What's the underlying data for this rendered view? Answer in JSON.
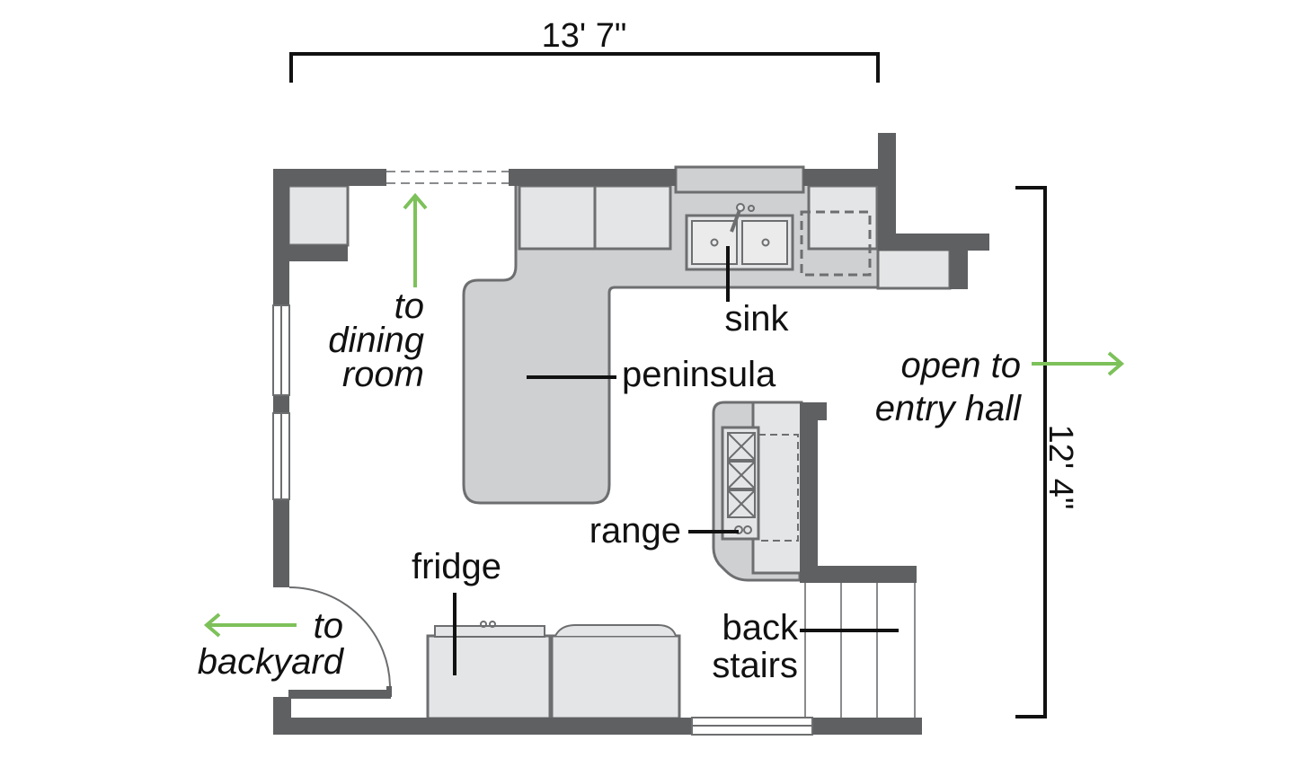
{
  "dimensions": {
    "width": "13' 7\"",
    "height": "12' 4\""
  },
  "labels": {
    "sink": "sink",
    "peninsula": "peninsula",
    "range": "range",
    "fridge": "fridge",
    "back_stairs_1": "back",
    "back_stairs_2": "stairs"
  },
  "directions": {
    "dining_1": "to",
    "dining_2": "dining",
    "dining_3": "room",
    "entry_1": "open to",
    "entry_2": "entry hall",
    "backyard_1": "to",
    "backyard_2": "backyard"
  },
  "colors": {
    "wall": "#5f6062",
    "fixture_fill": "#e4e5e6",
    "fixture_stroke": "#6d6e70",
    "counter_fill": "#cfd0d2",
    "arrow": "#7dc15a",
    "ink": "#111111"
  }
}
